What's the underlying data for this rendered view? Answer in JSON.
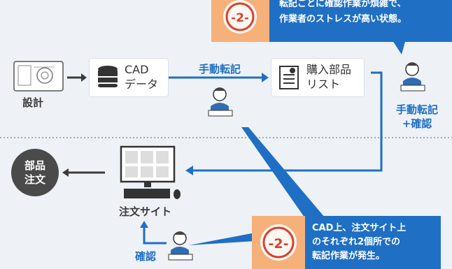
{
  "top_callout": {
    "line1": "転記ごとに確認作業が煩雑で、",
    "line2": "作業者のストレスが高い状態。",
    "badge": "-2-"
  },
  "bottom_callout": {
    "line1": "CAD上、注文サイト上",
    "line2": "のそれぞれ2個所での",
    "line3": "転記作業が発生。",
    "badge": "-2-"
  },
  "nodes": {
    "design_label": "設計",
    "cad_line1": "CAD",
    "cad_line2": "データ",
    "parts_line1": "購入部品",
    "parts_line2": "リスト",
    "order_site_label": "注文サイト",
    "order_line1": "部品",
    "order_line2": "注文"
  },
  "steps": {
    "manual_transfer": "手動転記",
    "manual_transfer_confirm_line1": "手動転記",
    "manual_transfer_confirm_line2": "+確認",
    "confirm": "確認"
  },
  "colors": {
    "blue": "#1f6fc4",
    "dark_gray": "#4a4a4a",
    "orange": "#f6b07a",
    "background": "#eef2f7"
  }
}
